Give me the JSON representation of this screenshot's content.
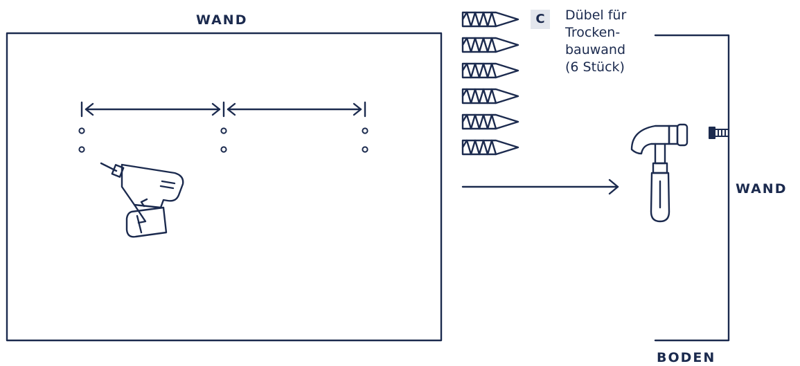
{
  "wall_title": "WAND",
  "wall_side_label": "WAND",
  "floor_label": "BODEN",
  "part": {
    "letter": "C",
    "description_lines": [
      "Dübel für",
      "Trocken-",
      "bauwand",
      "(6 Stück)"
    ]
  },
  "icons": {
    "tools": [
      "drill-icon",
      "hammer-icon"
    ],
    "fastener": "drywall-anchor-icon"
  },
  "colors": {
    "line": "#1b2a4e",
    "badge_bg": "#e3e6ed"
  }
}
